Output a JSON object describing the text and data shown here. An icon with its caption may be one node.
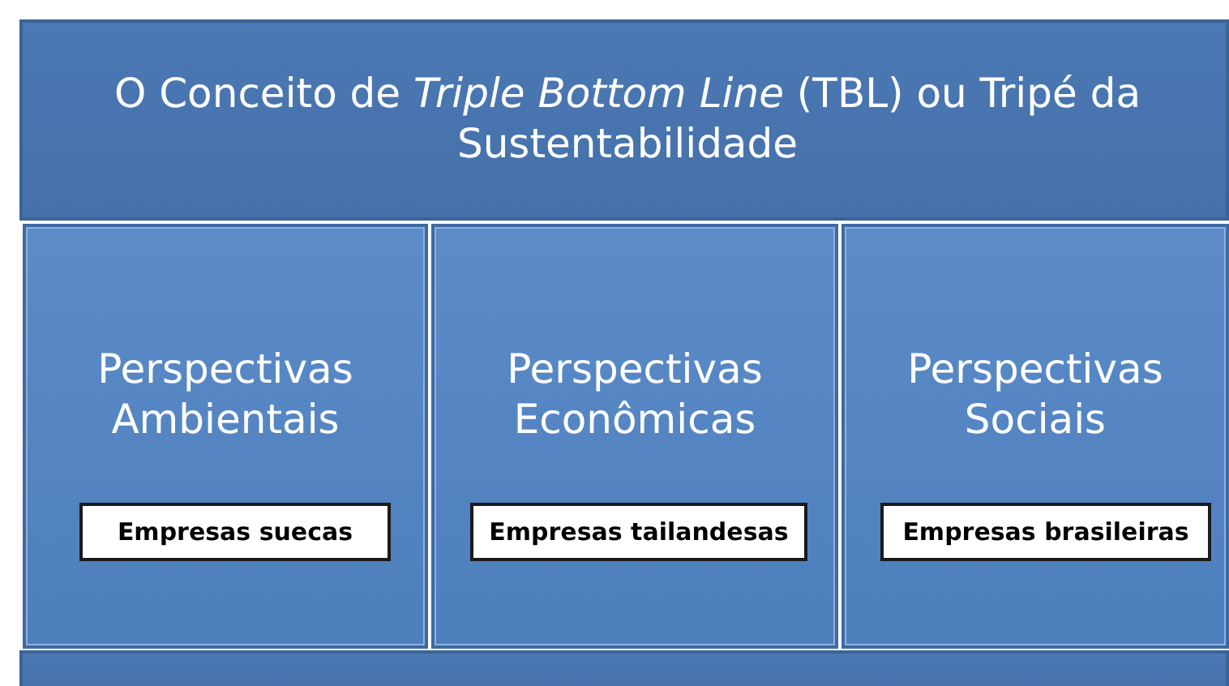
{
  "diagram": {
    "nodes": [
      {
        "text": [
          "O Conceito de *Triple Bottom Line* (TBL) ou Tripé da Sustentabilidade"
        ]
      },
      {
        "text": [
          "Perspectivas Ambientais"
        ]
      },
      {
        "text": [
          "Empresas suecas"
        ],
        "in": 1
      },
      {
        "text": [
          "Perspectivas Econômicas"
        ]
      },
      {
        "text": [
          "Empresas tailandesas"
        ],
        "in": 3
      },
      {
        "text": [
          "Perspectivas Sociais"
        ]
      },
      {
        "text": [
          "Empresas brasileiras"
        ],
        "in": 5
      },
      {
        "text": [],
        "shape": "bar"
      }
    ]
  }
}
